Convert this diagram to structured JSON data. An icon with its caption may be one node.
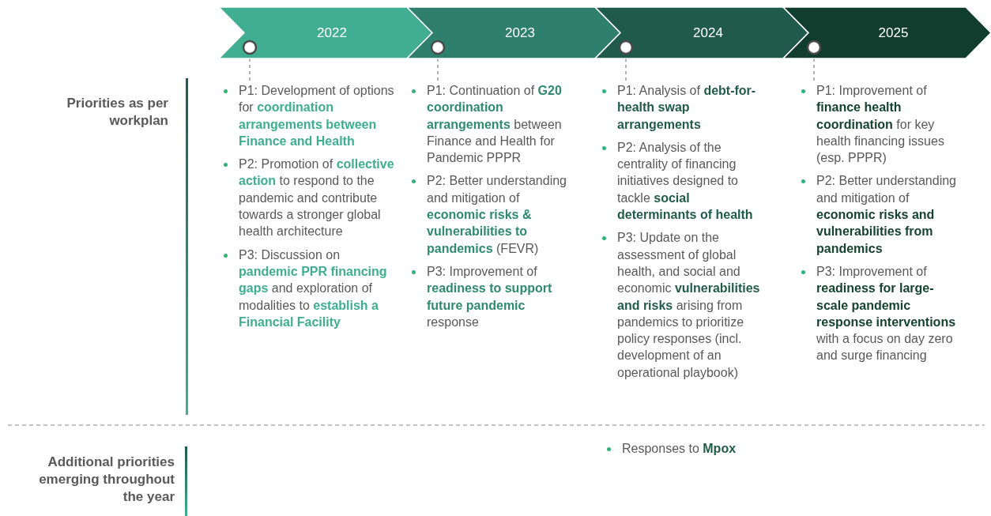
{
  "diagram": {
    "nodes": [
      {
        "text": [
          "2022"
        ]
      },
      {
        "text": [
          "2023"
        ]
      },
      {
        "text": [
          "2024"
        ]
      },
      {
        "text": [
          "2025"
        ]
      },
      {
        "text": [
          "P1: Development of options for **coordination arrangements between Finance and Health**",
          "P2: Promotion of **collective action** to respond to the pandemic and contribute towards a stronger global health architecture",
          "P3: Discussion on **pandemic PPR financing gaps** and exploration of modalities to **establish a Financial Facility**"
        ]
      },
      {
        "text": [
          "P1: Continuation of **G20 coordination arrangements** between Finance and Health for Pandemic PPPR",
          "P2: Better understanding and mitigation of **economic risks & vulnerabilities to pandemics** (FEVR)",
          "P3: Improvement of **readiness to support future pandemic** response"
        ]
      },
      {
        "text": [
          "P1: Analysis of **debt-for-health swap arrangements**",
          "P2: Analysis of the centrality of financing initiatives designed to tackle **social determinants of health**",
          "P3: Update on the assessment of global health, and social and economic **vulnerabilities and risks** arising from pandemics to prioritize policy responses (incl. development of an operational playbook)"
        ]
      },
      {
        "text": [
          "P1: Improvement of **finance health coordination** for key health financing issues (esp. PPPR)",
          "P2: Better understanding and mitigation of **economic risks and vulnerabilities from pandemics**",
          "P3: Improvement of **readiness for large-scale pandemic response interventions** with a focus on day zero and surge financing"
        ]
      }
    ],
    "edges": [
      {
        "from": 0,
        "to": 4,
        "arrow": "none",
        "style": "dashed"
      },
      {
        "from": 1,
        "to": 5,
        "arrow": "none",
        "style": "dashed"
      },
      {
        "from": 2,
        "to": 6,
        "arrow": "none",
        "style": "dashed"
      },
      {
        "from": 3,
        "to": 7,
        "arrow": "none",
        "style": "dashed"
      }
    ],
    "labels": [
      "Priorities as per workplan",
      "Additional priorities emerging throughout the year",
      "Responses to **Mpox**"
    ]
  }
}
